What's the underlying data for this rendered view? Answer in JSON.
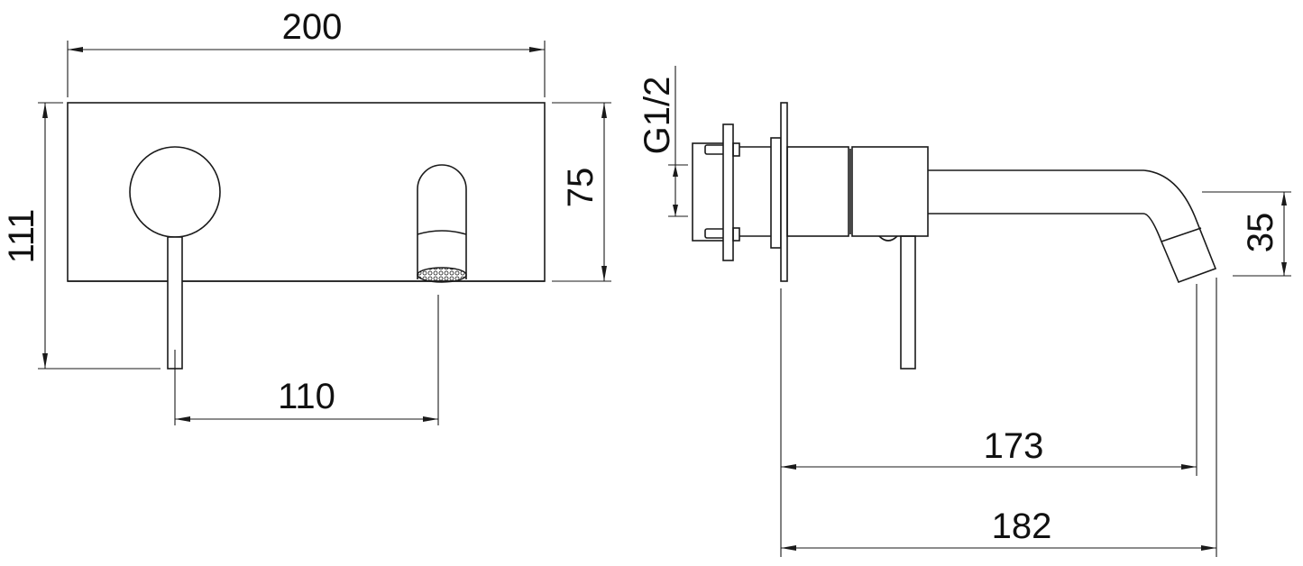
{
  "drawing": {
    "front_view": {
      "width_dimension": "200",
      "height_dimension_overall": "111",
      "plate_height_dimension": "75",
      "handle_to_spout_dimension": "110"
    },
    "side_view": {
      "thread_label": "G1/2",
      "spout_drop_dimension": "35",
      "spout_projection_dimension": "173",
      "overall_projection_dimension": "182"
    },
    "colors": {
      "line": "#1a1a1a",
      "background": "#ffffff"
    }
  }
}
